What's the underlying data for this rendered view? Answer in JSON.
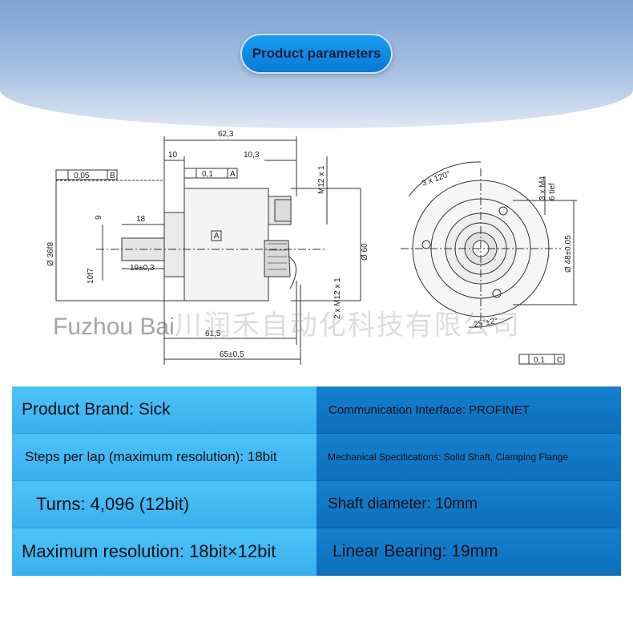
{
  "header": {
    "title": "Product parameters"
  },
  "watermark": {
    "latin": "Fuzhou Bai",
    "chinese": "川润禾自动化科技有限公司"
  },
  "drawing": {
    "dim_62_3": "62,3",
    "dim_10": "10",
    "dim_10_3": "10,3",
    "dim_18": "18",
    "dim_9": "9",
    "dim_10f7": "10f7",
    "dim_19": "19±0,3",
    "dim_36f8": "Ø 36f8",
    "dim_60": "Ø 60",
    "dim_61_5": "61,5",
    "dim_65": "65±0,5",
    "m12_top": "M12 x 1",
    "m12_bottom": "2 x M12 x 1",
    "tol_b": "0,05",
    "tol_b_ref": "B",
    "tol_a": "0,1",
    "tol_a_ref": "A",
    "datum_a": "A",
    "angle_120": "3 x 120°",
    "m4": "3 x M4",
    "tief": "6 tief",
    "dim_48": "Ø 48±0,05",
    "angle_25": "25°±2°",
    "tol_c": "0,1",
    "tol_c_ref": "C"
  },
  "params": {
    "brand": "Product Brand: Sick",
    "interface": "Communication Interface: PROFINET",
    "steps": "Steps per lap (maximum resolution): 18bit",
    "mechanical": "Mechanical Specifications: Solid Shaft, Clamping Flange",
    "turns": "Turns: 4,096 (12bit)",
    "shaft": "Shaft diameter: 10mm",
    "resolution": "Maximum resolution: 18bit×12bit",
    "bearing": "Linear Bearing: 19mm"
  }
}
